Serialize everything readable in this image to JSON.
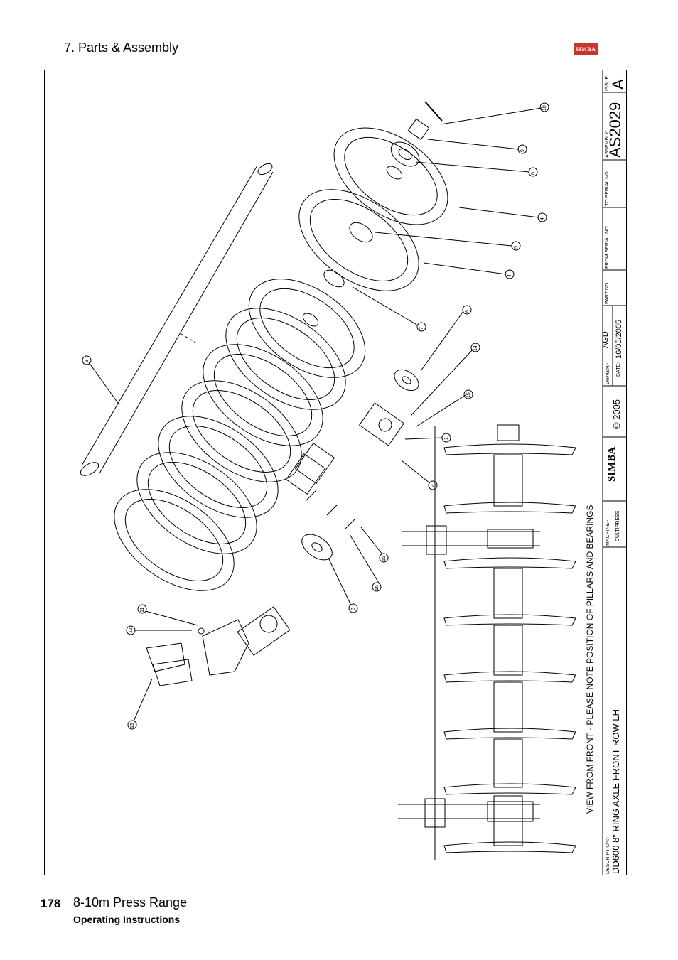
{
  "header": {
    "section_title": "7. Parts & Assembly",
    "logo_text": "SIMBA"
  },
  "drawing": {
    "view_note": "VIEW FROM FRONT - PLEASE NOTE POSITION OF PILLARS AND BEARINGS",
    "callouts": [
      "1",
      "2",
      "3",
      "4",
      "4",
      "5",
      "6",
      "7",
      "8",
      "8",
      "9",
      "10",
      "11",
      "12",
      "13",
      "14",
      "15",
      "15",
      "16"
    ]
  },
  "title_block": {
    "issue_label": "ISSUE",
    "issue_value": "A",
    "assembly_label": "ASSEMBLY",
    "assembly_value": "AS2029",
    "to_serial_label": "TO SERIAL NO.",
    "from_serial_label": "FROM SERIAL NO.",
    "part_no_label": "PART NO.",
    "drawn_label": "DRAWN:-",
    "drawn_value": "AGD",
    "date_label": "DATE:-",
    "date_value": "16/05/2005",
    "brand": "SIMBA",
    "copyright": "© 2005",
    "machine_label": "MACHINE:-",
    "machine_value": "CULTIPRESS",
    "description_label": "DESCRIPTION:-",
    "description_value": "DD600 8\" RING AXLE FRONT ROW LH"
  },
  "footer": {
    "page_number": "178",
    "range": "8-10m Press Range",
    "subtitle": "Operating Instructions"
  },
  "colors": {
    "logo_red": "#c8352e"
  }
}
